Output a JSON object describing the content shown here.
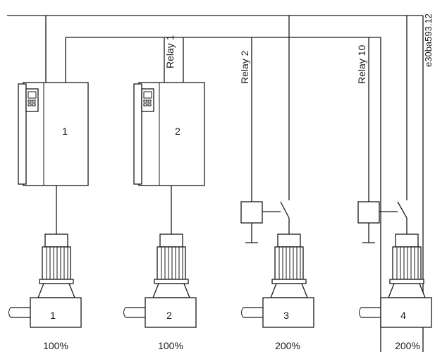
{
  "figure_id": "e30ba593.12",
  "drives": [
    {
      "label": "1"
    },
    {
      "label": "2"
    }
  ],
  "relays": [
    {
      "label": "Relay 1"
    },
    {
      "label": "Relay 2"
    },
    {
      "label": "Relay 10"
    }
  ],
  "pumps": [
    {
      "label": "1",
      "percent": "100%"
    },
    {
      "label": "2",
      "percent": "100%"
    },
    {
      "label": "3",
      "percent": "200%"
    },
    {
      "label": "4",
      "percent": "200%"
    }
  ],
  "colors": {
    "line": "#1a1a1a",
    "background": "#ffffff"
  }
}
